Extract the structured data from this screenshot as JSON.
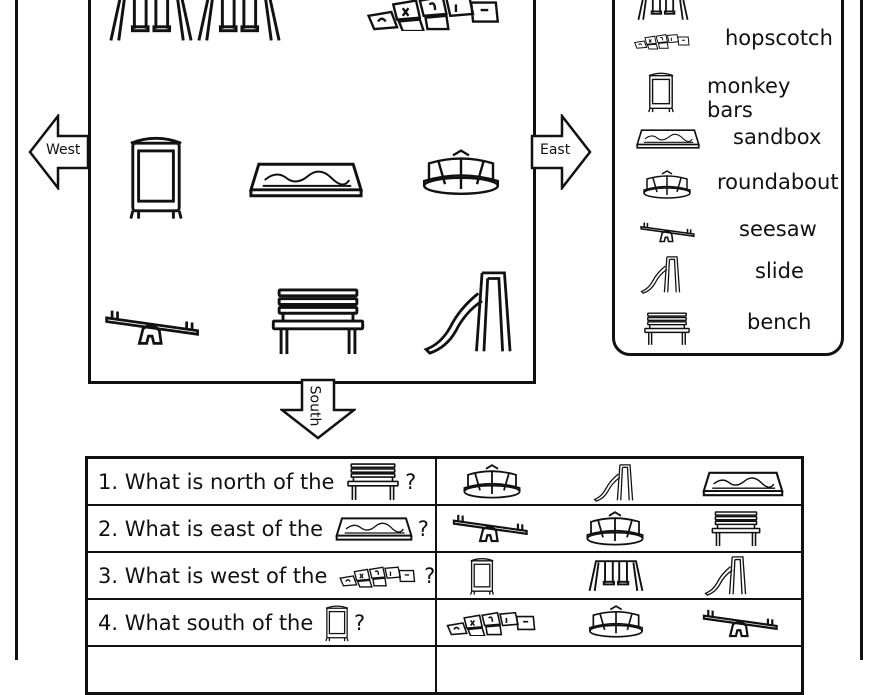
{
  "compass": {
    "west": "West",
    "east": "East",
    "south": "South"
  },
  "map": {
    "items": [
      {
        "name": "swing-set-icon"
      },
      {
        "name": "swing-set-icon"
      },
      {
        "name": "hopscotch-icon"
      },
      {
        "name": "monkey-bars-icon"
      },
      {
        "name": "sandbox-icon"
      },
      {
        "name": "roundabout-icon"
      },
      {
        "name": "seesaw-icon"
      },
      {
        "name": "bench-icon"
      },
      {
        "name": "slide-icon"
      }
    ]
  },
  "legend": {
    "items": [
      {
        "label": "",
        "icon": "swing-set-icon"
      },
      {
        "label": "hopscotch",
        "icon": "hopscotch-icon"
      },
      {
        "label": "monkey bars",
        "icon": "monkey-bars-icon"
      },
      {
        "label": "sandbox",
        "icon": "sandbox-icon"
      },
      {
        "label": "roundabout",
        "icon": "roundabout-icon"
      },
      {
        "label": "seesaw",
        "icon": "seesaw-icon"
      },
      {
        "label": "slide",
        "icon": "slide-icon"
      },
      {
        "label": "bench",
        "icon": "bench-icon"
      }
    ]
  },
  "questions": [
    {
      "number": "1.",
      "prefix": "What is north of the",
      "subject_icon": "bench-icon",
      "suffix": "?",
      "choices": [
        "roundabout-icon",
        "slide-icon",
        "sandbox-icon"
      ]
    },
    {
      "number": "2.",
      "prefix": "What is east of the",
      "subject_icon": "sandbox-icon",
      "suffix": "?",
      "choices": [
        "seesaw-icon",
        "roundabout-icon",
        "bench-icon"
      ]
    },
    {
      "number": "3.",
      "prefix": "What is west of the",
      "subject_icon": "hopscotch-icon",
      "suffix": "?",
      "choices": [
        "monkey-bars-icon",
        "swing-set-icon",
        "slide-icon"
      ]
    },
    {
      "number": "4.",
      "prefix": "What south of the",
      "subject_icon": "monkey-bars-icon",
      "suffix": "?",
      "choices": [
        "hopscotch-icon",
        "roundabout-icon",
        "seesaw-icon"
      ]
    }
  ]
}
